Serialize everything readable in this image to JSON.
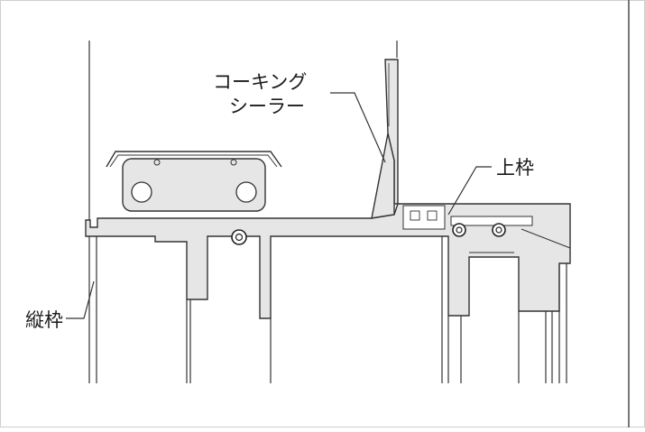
{
  "labels": {
    "caulking_line1": "コーキング",
    "caulking_line2": "シーラー",
    "top_frame": "上枠",
    "side_frame": "縦枠"
  }
}
